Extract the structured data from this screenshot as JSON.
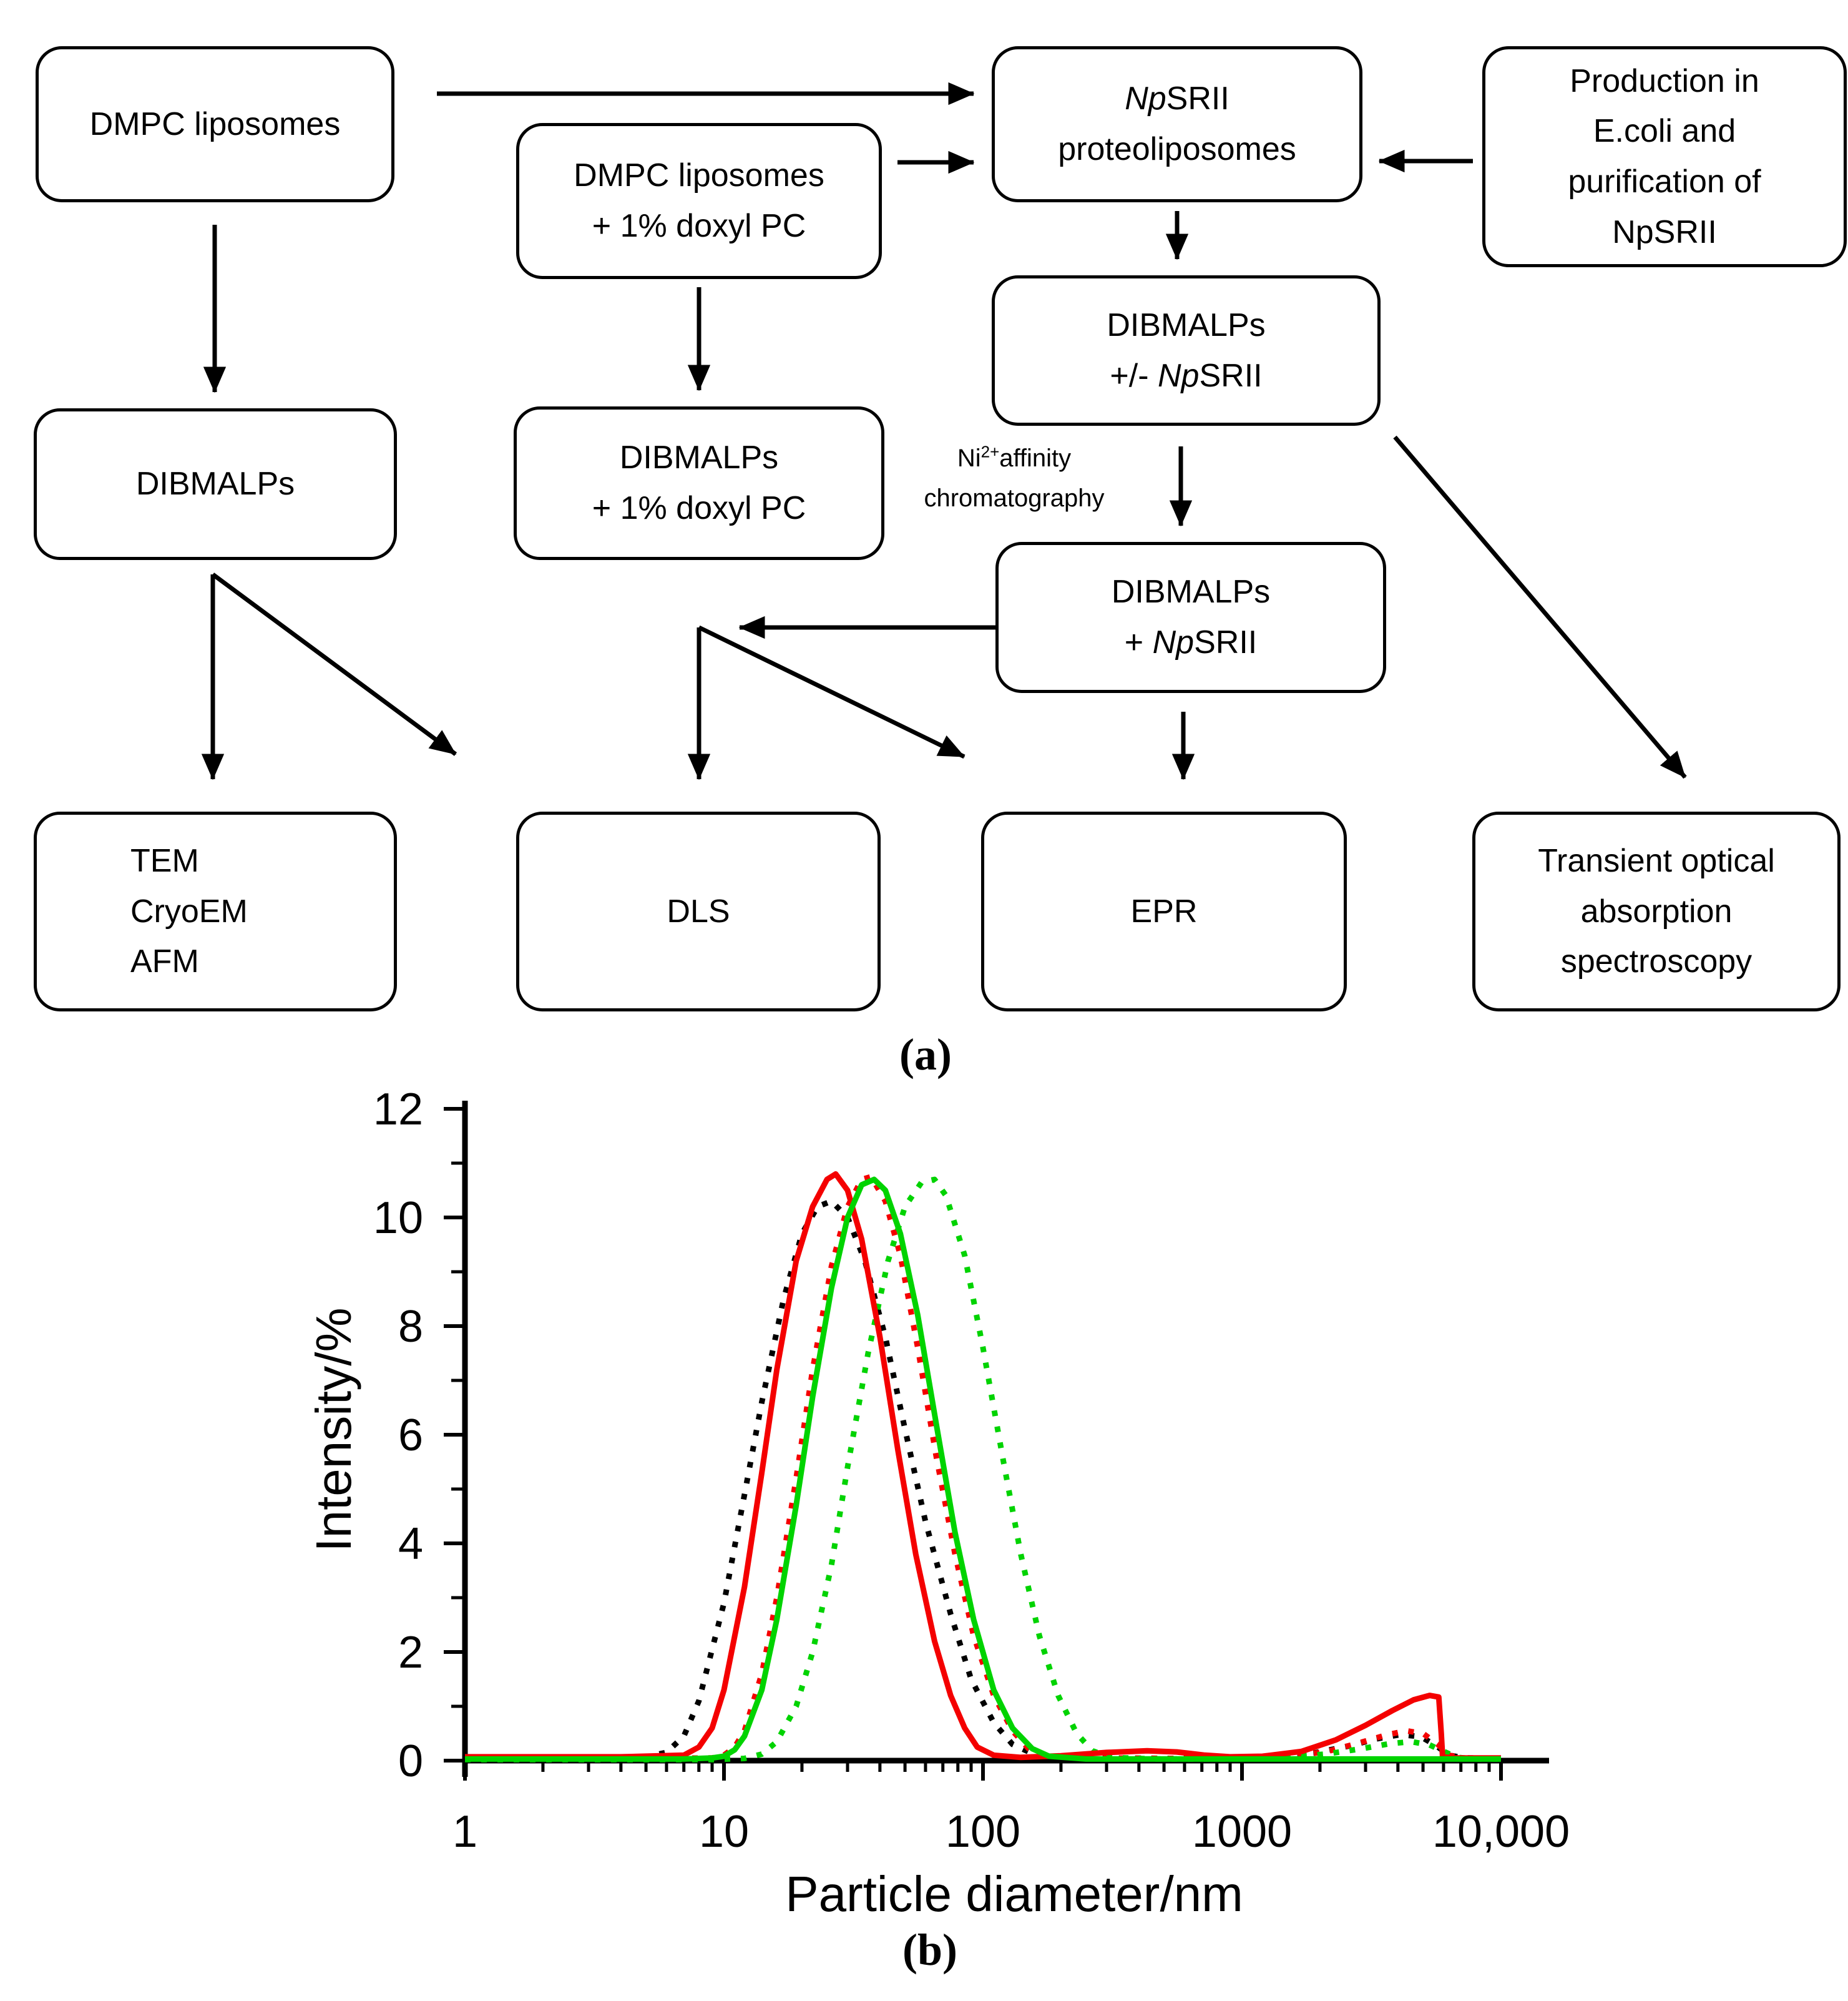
{
  "figure": {
    "panel_a_label": "(a)",
    "panel_b_label": "(b)"
  },
  "flowchart": {
    "boxes": {
      "dmpc_liposomes": {
        "lines": [
          [
            {
              "t": "DMPC liposomes"
            }
          ]
        ]
      },
      "dmpc_doxyl": {
        "lines": [
          [
            {
              "t": "DMPC liposomes"
            }
          ],
          [
            {
              "t": "+ 1% doxyl PC"
            }
          ]
        ]
      },
      "npsrii_proteoliposomes": {
        "lines": [
          [
            {
              "t": "Np",
              "i": true
            },
            {
              "t": "SRII"
            }
          ],
          [
            {
              "t": "proteoliposomes"
            }
          ]
        ]
      },
      "production": {
        "lines": [
          [
            {
              "t": "Production in"
            }
          ],
          [
            {
              "t": "E.coli and"
            }
          ],
          [
            {
              "t": "purification of"
            }
          ],
          [
            {
              "t": "NpSRII"
            }
          ]
        ]
      },
      "dibmalps": {
        "lines": [
          [
            {
              "t": "DIBMALPs"
            }
          ]
        ]
      },
      "dibmalps_doxyl": {
        "lines": [
          [
            {
              "t": "DIBMALPs"
            }
          ],
          [
            {
              "t": "+ 1% doxyl PC"
            }
          ]
        ]
      },
      "dibmalps_pm_npsrii": {
        "lines": [
          [
            {
              "t": "DIBMALPs"
            }
          ],
          [
            {
              "t": "+/- "
            },
            {
              "t": "Np",
              "i": true
            },
            {
              "t": "SRII"
            }
          ]
        ]
      },
      "dibmalps_npsrii": {
        "lines": [
          [
            {
              "t": "DIBMALPs"
            }
          ],
          [
            {
              "t": "+ "
            },
            {
              "t": "Np",
              "i": true
            },
            {
              "t": "SRII"
            }
          ]
        ]
      },
      "tem_cryoem_afm": {
        "lines": [
          [
            {
              "t": "TEM"
            }
          ],
          [
            {
              "t": "CryoEM"
            }
          ],
          [
            {
              "t": "AFM"
            }
          ]
        ]
      },
      "dls": {
        "lines": [
          [
            {
              "t": "DLS"
            }
          ]
        ]
      },
      "epr": {
        "lines": [
          [
            {
              "t": "EPR"
            }
          ]
        ]
      },
      "transient": {
        "lines": [
          [
            {
              "t": "Transient optical"
            }
          ],
          [
            {
              "t": "absorption"
            }
          ],
          [
            {
              "t": "spectroscopy"
            }
          ]
        ]
      }
    },
    "ni_label": {
      "prefix": "Ni",
      "sup": "2+",
      "suffix": "affinity",
      "line2": "chromatography"
    }
  },
  "chart_data": {
    "type": "line",
    "title": "",
    "xlabel": "Particle diameter/nm",
    "ylabel": "Intensity/%",
    "x_scale": "log",
    "xlim": [
      1,
      10000
    ],
    "ylim": [
      0,
      12
    ],
    "grid": false,
    "legend": "none",
    "x_ticks": {
      "major": [
        1,
        10,
        100,
        1000,
        10000
      ],
      "labels": [
        "1",
        "10",
        "100",
        "1000",
        "10,000"
      ]
    },
    "y_ticks": {
      "major": [
        0,
        2,
        4,
        6,
        8,
        10,
        12
      ],
      "minor": [
        1,
        3,
        5,
        7,
        9,
        11
      ],
      "labels": [
        "0",
        "2",
        "4",
        "6",
        "8",
        "10",
        "12"
      ]
    },
    "series": [
      {
        "name": "black-dashed",
        "color": "#000000",
        "style": "dashed",
        "points": [
          [
            1,
            0.05
          ],
          [
            3,
            0.05
          ],
          [
            5,
            0.07
          ],
          [
            6,
            0.15
          ],
          [
            7,
            0.45
          ],
          [
            8,
            1.1
          ],
          [
            10,
            2.9
          ],
          [
            12,
            4.9
          ],
          [
            14,
            6.6
          ],
          [
            17,
            8.5
          ],
          [
            20,
            9.7
          ],
          [
            23,
            10.2
          ],
          [
            26,
            10.3
          ],
          [
            30,
            10.0
          ],
          [
            35,
            9.2
          ],
          [
            42,
            7.8
          ],
          [
            50,
            6.1
          ],
          [
            60,
            4.4
          ],
          [
            75,
            2.7
          ],
          [
            90,
            1.5
          ],
          [
            110,
            0.7
          ],
          [
            130,
            0.3
          ],
          [
            160,
            0.1
          ],
          [
            220,
            0.05
          ],
          [
            500,
            0.04
          ],
          [
            900,
            0.04
          ],
          [
            1300,
            0.07
          ],
          [
            1900,
            0.14
          ],
          [
            2600,
            0.27
          ],
          [
            3300,
            0.4
          ],
          [
            4100,
            0.48
          ],
          [
            4900,
            0.44
          ],
          [
            5600,
            0.28
          ],
          [
            6300,
            0.1
          ],
          [
            7200,
            0.05
          ],
          [
            10000,
            0.04
          ]
        ]
      },
      {
        "name": "red-dashed",
        "color": "#f40000",
        "style": "dashed",
        "points": [
          [
            1,
            0.04
          ],
          [
            6,
            0.04
          ],
          [
            9,
            0.05
          ],
          [
            10,
            0.1
          ],
          [
            11,
            0.25
          ],
          [
            12,
            0.55
          ],
          [
            14,
            1.6
          ],
          [
            16,
            3.0
          ],
          [
            19,
            5.2
          ],
          [
            22,
            7.2
          ],
          [
            26,
            9.1
          ],
          [
            30,
            10.2
          ],
          [
            34,
            10.7
          ],
          [
            37,
            10.75
          ],
          [
            42,
            10.3
          ],
          [
            48,
            9.3
          ],
          [
            56,
            7.6
          ],
          [
            66,
            5.6
          ],
          [
            78,
            3.8
          ],
          [
            92,
            2.3
          ],
          [
            110,
            1.2
          ],
          [
            130,
            0.55
          ],
          [
            150,
            0.22
          ],
          [
            180,
            0.08
          ],
          [
            250,
            0.05
          ],
          [
            500,
            0.04
          ],
          [
            1000,
            0.04
          ],
          [
            1500,
            0.08
          ],
          [
            2100,
            0.16
          ],
          [
            2800,
            0.32
          ],
          [
            3600,
            0.47
          ],
          [
            4300,
            0.55
          ],
          [
            5000,
            0.5
          ],
          [
            5700,
            0.3
          ],
          [
            6300,
            0.1
          ],
          [
            7200,
            0.04
          ],
          [
            10000,
            0.04
          ]
        ]
      },
      {
        "name": "green-dashed",
        "color": "#00d300",
        "style": "dashed",
        "points": [
          [
            1,
            0.02
          ],
          [
            9,
            0.02
          ],
          [
            12,
            0.04
          ],
          [
            14,
            0.12
          ],
          [
            16,
            0.35
          ],
          [
            19,
            1.0
          ],
          [
            22,
            2.0
          ],
          [
            26,
            3.6
          ],
          [
            30,
            5.4
          ],
          [
            36,
            7.5
          ],
          [
            43,
            9.2
          ],
          [
            50,
            10.2
          ],
          [
            58,
            10.65
          ],
          [
            65,
            10.7
          ],
          [
            72,
            10.4
          ],
          [
            85,
            9.3
          ],
          [
            100,
            7.6
          ],
          [
            120,
            5.5
          ],
          [
            140,
            3.8
          ],
          [
            165,
            2.3
          ],
          [
            195,
            1.2
          ],
          [
            230,
            0.5
          ],
          [
            265,
            0.18
          ],
          [
            310,
            0.06
          ],
          [
            450,
            0.03
          ],
          [
            900,
            0.03
          ],
          [
            1400,
            0.06
          ],
          [
            2100,
            0.12
          ],
          [
            2900,
            0.22
          ],
          [
            3700,
            0.31
          ],
          [
            4500,
            0.35
          ],
          [
            5300,
            0.29
          ],
          [
            6000,
            0.17
          ],
          [
            6800,
            0.06
          ],
          [
            8000,
            0.03
          ],
          [
            10000,
            0.03
          ]
        ]
      },
      {
        "name": "red-solid",
        "color": "#f40000",
        "style": "solid",
        "points": [
          [
            1,
            0.07
          ],
          [
            4,
            0.07
          ],
          [
            7,
            0.1
          ],
          [
            8,
            0.25
          ],
          [
            9,
            0.6
          ],
          [
            10,
            1.3
          ],
          [
            12,
            3.2
          ],
          [
            14,
            5.3
          ],
          [
            16,
            7.2
          ],
          [
            19,
            9.2
          ],
          [
            22,
            10.2
          ],
          [
            25,
            10.7
          ],
          [
            27,
            10.8
          ],
          [
            30,
            10.5
          ],
          [
            34,
            9.6
          ],
          [
            40,
            7.8
          ],
          [
            47,
            5.7
          ],
          [
            55,
            3.8
          ],
          [
            65,
            2.2
          ],
          [
            75,
            1.2
          ],
          [
            85,
            0.6
          ],
          [
            95,
            0.25
          ],
          [
            110,
            0.1
          ],
          [
            140,
            0.06
          ],
          [
            200,
            0.09
          ],
          [
            300,
            0.15
          ],
          [
            430,
            0.18
          ],
          [
            560,
            0.16
          ],
          [
            720,
            0.1
          ],
          [
            900,
            0.07
          ],
          [
            1200,
            0.08
          ],
          [
            1700,
            0.17
          ],
          [
            2300,
            0.38
          ],
          [
            3000,
            0.65
          ],
          [
            3800,
            0.92
          ],
          [
            4600,
            1.12
          ],
          [
            5300,
            1.2
          ],
          [
            5750,
            1.17
          ],
          [
            5880,
            0.5
          ],
          [
            5950,
            0.07
          ],
          [
            6500,
            0.05
          ],
          [
            8000,
            0.05
          ],
          [
            10000,
            0.05
          ]
        ]
      },
      {
        "name": "green-solid",
        "color": "#00d300",
        "style": "solid",
        "points": [
          [
            1,
            0.03
          ],
          [
            7,
            0.03
          ],
          [
            9,
            0.05
          ],
          [
            10,
            0.08
          ],
          [
            11,
            0.2
          ],
          [
            12,
            0.45
          ],
          [
            14,
            1.3
          ],
          [
            16,
            2.6
          ],
          [
            19,
            4.7
          ],
          [
            22,
            6.7
          ],
          [
            26,
            8.7
          ],
          [
            30,
            10.0
          ],
          [
            34,
            10.6
          ],
          [
            38,
            10.7
          ],
          [
            42,
            10.5
          ],
          [
            48,
            9.7
          ],
          [
            56,
            8.2
          ],
          [
            66,
            6.2
          ],
          [
            78,
            4.2
          ],
          [
            92,
            2.6
          ],
          [
            110,
            1.3
          ],
          [
            130,
            0.6
          ],
          [
            155,
            0.22
          ],
          [
            180,
            0.08
          ],
          [
            250,
            0.03
          ],
          [
            600,
            0.03
          ],
          [
            2000,
            0.03
          ],
          [
            5000,
            0.03
          ],
          [
            10000,
            0.03
          ]
        ]
      }
    ]
  }
}
